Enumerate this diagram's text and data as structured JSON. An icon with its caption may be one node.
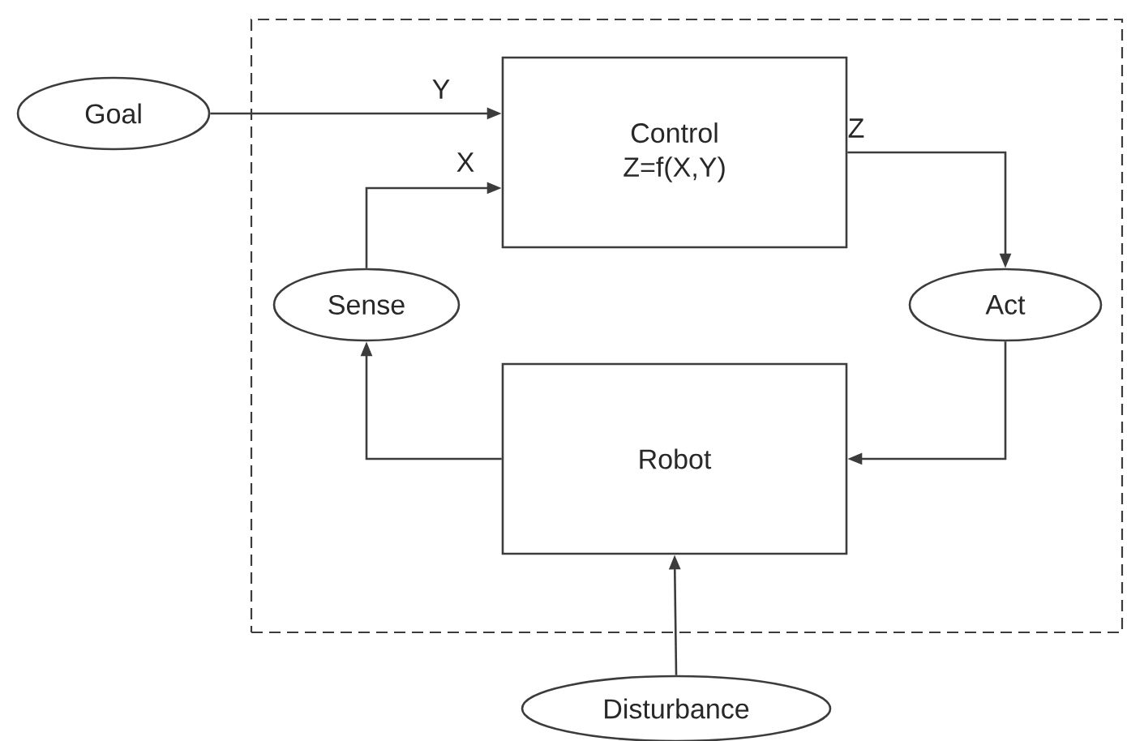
{
  "diagram": {
    "nodes": [
      {
        "text": [],
        "shape": "box"
      },
      {
        "text": [
          "Goal"
        ]
      },
      {
        "text": [
          "Control",
          "Z=f(X,Y)"
        ],
        "in": 0
      },
      {
        "text": [
          "Sense"
        ],
        "in": 0
      },
      {
        "text": [
          "Act"
        ],
        "in": 0
      },
      {
        "text": [
          "Robot"
        ],
        "in": 0
      },
      {
        "text": [
          "Disturbance"
        ]
      }
    ],
    "edges": [
      {
        "from": 1,
        "to": 2,
        "arrow": "to",
        "label": "Y"
      },
      {
        "from": 3,
        "to": 2,
        "arrow": "to",
        "label": "X"
      },
      {
        "from": 2,
        "to": 4,
        "arrow": "to",
        "label": "Z"
      },
      {
        "from": 4,
        "to": 5,
        "arrow": "to"
      },
      {
        "from": 5,
        "to": 3,
        "arrow": "to"
      },
      {
        "from": 6,
        "to": 5,
        "arrow": "to"
      }
    ]
  }
}
